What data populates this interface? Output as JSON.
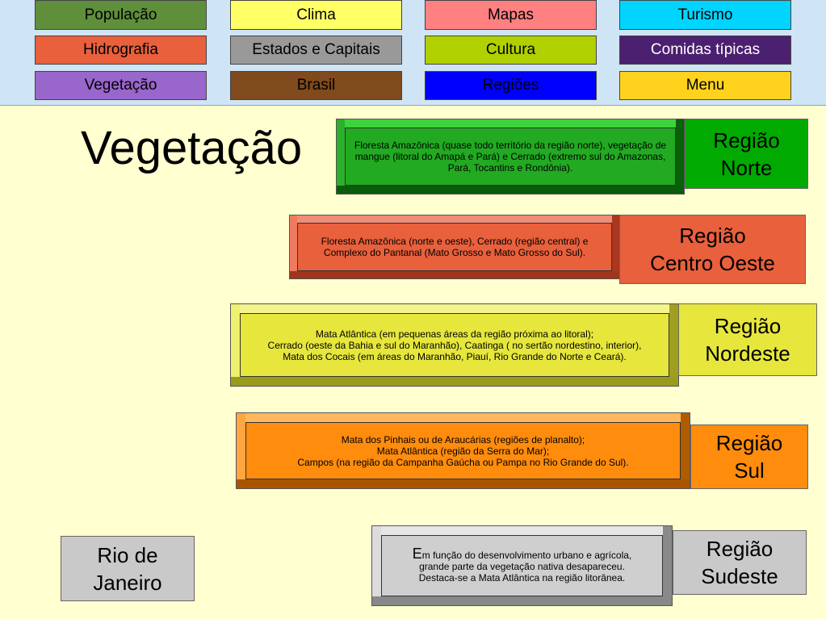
{
  "nav": {
    "items": [
      {
        "label": "População",
        "bg": "#5f8f3a",
        "color": "#000000"
      },
      {
        "label": "Clima",
        "bg": "#ffff66",
        "color": "#000000"
      },
      {
        "label": "Mapas",
        "bg": "#ff8080",
        "color": "#000000"
      },
      {
        "label": "Turismo",
        "bg": "#00d4ff",
        "color": "#000000"
      },
      {
        "label": "Hidrografia",
        "bg": "#e8603c",
        "color": "#000000"
      },
      {
        "label": "Estados e Capitais",
        "bg": "#999999",
        "color": "#000000"
      },
      {
        "label": "Cultura",
        "bg": "#b0d000",
        "color": "#000000"
      },
      {
        "label": "Comidas típicas",
        "bg": "#4c2070",
        "color": "#ffffff"
      },
      {
        "label": "Vegetação",
        "bg": "#9966cc",
        "color": "#000000"
      },
      {
        "label": "Brasil",
        "bg": "#7f4a1c",
        "color": "#000000"
      },
      {
        "label": "Regiões",
        "bg": "#0000ff",
        "color": "#000000"
      },
      {
        "label": "Menu",
        "bg": "#ffd21e",
        "color": "#000000"
      }
    ]
  },
  "page_title": "Vegetação",
  "sections": {
    "norte": {
      "text": "Floresta Amazônica (quase todo território da região norte), vegetação de mangue  (litoral do Amapá e Pará) e Cerrado (extremo sul do Amazonas, Pará, Tocantins e Rondônia).",
      "region": "Região\nNorte"
    },
    "centro_oeste": {
      "text": "Floresta Amazônica (norte e oeste), Cerrado (região central) e Complexo do Pantanal (Mato Grosso e Mato Grosso do Sul).",
      "region": "Região\nCentro Oeste"
    },
    "nordeste": {
      "line1": "Mata Atlântica (em pequenas áreas da região próxima ao litoral);",
      "line2": "Cerrado (oeste da Bahia e sul do Maranhão), Caatinga ( no sertão nordestino, interior),",
      "line3": "Mata dos Cocais (em áreas do Maranhão, Piauí, Rio Grande do Norte e Ceará).",
      "region": "Região\nNordeste"
    },
    "sul": {
      "line1": "Mata dos Pinhais ou de Araucárias (regiões de planalto);",
      "line2": "Mata Atlântica (região da Serra do Mar);",
      "line3": "Campos  (na região da Campanha Gaúcha ou Pampa no Rio Grande do Sul).",
      "region": "Região\nSul"
    },
    "sudeste": {
      "first_letter": "E",
      "line1": "m função do desenvolvimento urbano e agrícola,",
      "line2": "grande parte da vegetação nativa desapareceu.",
      "line3": "Destaca-se a Mata Atlântica na região litorânea.",
      "region": "Região\nSudeste"
    }
  },
  "rio_button": "Rio de\nJaneiro"
}
